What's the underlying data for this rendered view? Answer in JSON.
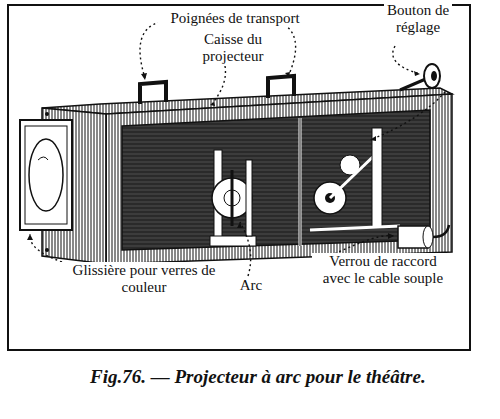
{
  "diagram": {
    "caption": "Fig.76. — Projecteur à arc pour le théâtre.",
    "labels": [
      "Poignées de transport",
      "Caisse du projecteur",
      "Bouton de réglage",
      "Glissière pour verres de couleur",
      "Arc",
      "Verrou de raccord avec le cable souple"
    ]
  }
}
